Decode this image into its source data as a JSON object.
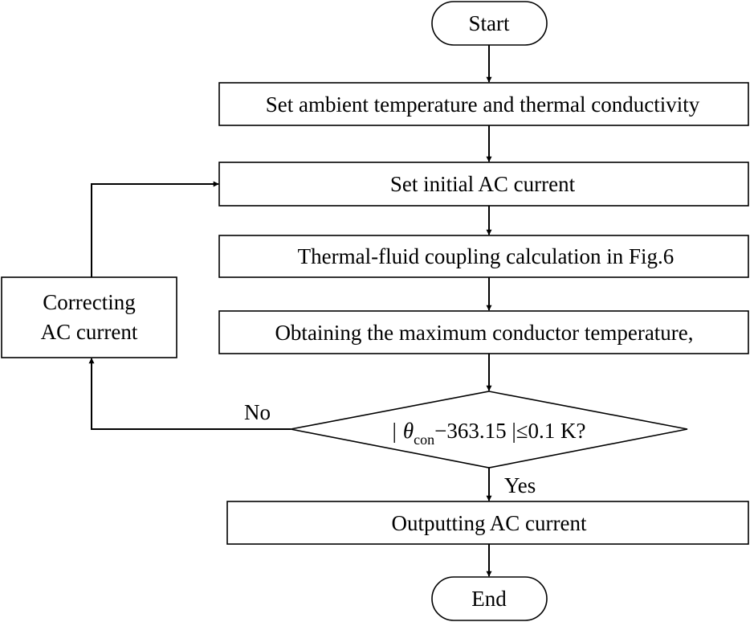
{
  "nodes": {
    "start": "Start",
    "set_ambient": "Set ambient temperature and thermal conductivity",
    "set_initial": "Set initial AC current",
    "coupling": "Thermal-fluid coupling calculation in Fig.6",
    "obtaining": "Obtaining the maximum conductor temperature,",
    "correcting_line1": "Correcting",
    "correcting_line2": "AC current",
    "outputting": "Outputting AC current",
    "end": "End"
  },
  "decision": {
    "open_bar": "|",
    "theta": "θ",
    "subscript": "con",
    "expression": "−363.15 |≤0.1 K?"
  },
  "edges": {
    "no": "No",
    "yes": "Yes"
  }
}
